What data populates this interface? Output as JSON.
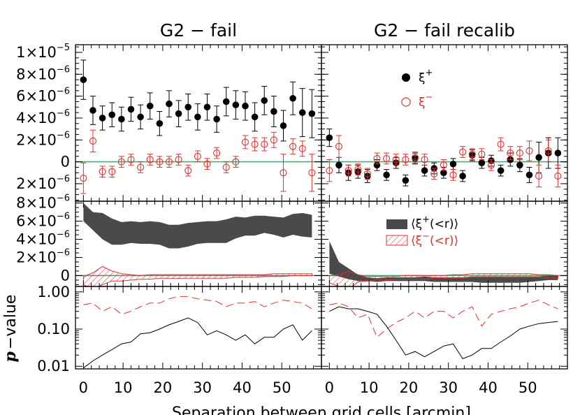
{
  "figure": {
    "column_titles": [
      "G2 − fail",
      "G2 − fail recalib"
    ],
    "x_axis_label": "Separation between grid cells [arcmin]",
    "p_axis_label_italic": "p",
    "p_axis_label_rest": "−value",
    "x_ticks": [
      "0",
      "10",
      "20",
      "30",
      "40",
      "50"
    ],
    "top_y_ticks": [
      {
        "value": 1e-05,
        "mant": "1×10",
        "exp": "−5"
      },
      {
        "value": 8e-06,
        "mant": "8×10",
        "exp": "−6"
      },
      {
        "value": 6e-06,
        "mant": "6×10",
        "exp": "−6"
      },
      {
        "value": 4e-06,
        "mant": "4×10",
        "exp": "−6"
      },
      {
        "value": 2e-06,
        "mant": "2×10",
        "exp": "−6"
      },
      {
        "value": 0,
        "mant": "0",
        "exp": ""
      },
      {
        "value": -2e-06,
        "mant": "2×10",
        "exp": "−6"
      }
    ],
    "mid_y_ticks": [
      {
        "value": 8e-06,
        "mant": "8×10",
        "exp": "−6"
      },
      {
        "value": 6e-06,
        "mant": "6×10",
        "exp": "−6"
      },
      {
        "value": 4e-06,
        "mant": "4×10",
        "exp": "−6"
      },
      {
        "value": 2e-06,
        "mant": "2×10",
        "exp": "−6"
      },
      {
        "value": 0,
        "mant": "0",
        "exp": ""
      }
    ],
    "bot_y_ticks": [
      {
        "value": 1.0,
        "label": "1.00"
      },
      {
        "value": 0.1,
        "label": "0.10"
      },
      {
        "value": 0.01,
        "label": "0.01"
      }
    ],
    "legend_top": [
      {
        "symbol": "filled-circle",
        "label_main": "ξ",
        "label_sup": "+",
        "color": "#000000"
      },
      {
        "symbol": "open-circle",
        "label_main": "ξ",
        "label_sup": "−",
        "color": "#e03030"
      }
    ],
    "legend_mid": [
      {
        "symbol": "filled-band",
        "pre": "⟨ξ",
        "sup": "+",
        "post": "(<r)⟩",
        "color": "#4a4a4a"
      },
      {
        "symbol": "hatched-band",
        "pre": "⟨ξ",
        "sup": "−",
        "post": "(<r)⟩",
        "color": "#e03030"
      }
    ]
  },
  "chart_data": [
    {
      "type": "scatter",
      "panel": "top-left",
      "title": "G2 − fail",
      "xlim": [
        -2,
        60
      ],
      "ylim": [
        -3.6e-06,
        1.07e-05
      ],
      "zero_line_color": "#3cb371",
      "x": [
        0,
        2.4,
        4.8,
        7.2,
        9.6,
        12,
        14.4,
        16.8,
        19.2,
        21.6,
        24,
        26.4,
        28.8,
        31.2,
        33.6,
        36,
        38.4,
        40.8,
        43.2,
        45.6,
        48,
        50.4,
        52.8,
        55.2,
        57.6
      ],
      "series": [
        {
          "name": "ξ+",
          "color": "#000000",
          "marker": "filled-circle",
          "y": [
            7.5e-06,
            4.7e-06,
            4e-06,
            4.3e-06,
            3.9e-06,
            4.8e-06,
            4.1e-06,
            5.1e-06,
            3.5e-06,
            5.3e-06,
            4.4e-06,
            5e-06,
            4.1e-06,
            5e-06,
            3.9e-06,
            5.5e-06,
            5.2e-06,
            5.1e-06,
            4.1e-06,
            5.6e-06,
            4.6e-06,
            3.3e-06,
            5.8e-06,
            4.5e-06,
            4.4e-06
          ],
          "err": [
            1.8e-06,
            1.3e-06,
            1.1e-06,
            1.1e-06,
            1.1e-06,
            1.1e-06,
            1.1e-06,
            1.2e-06,
            1.1e-06,
            1.2e-06,
            1.2e-06,
            1.2e-06,
            1.2e-06,
            1.2e-06,
            1.2e-06,
            1.3e-06,
            1.3e-06,
            1.3e-06,
            1.3e-06,
            1.3e-06,
            1.4e-06,
            1.4e-06,
            1.5e-06,
            2.2e-06,
            2.2e-06
          ]
        },
        {
          "name": "ξ−",
          "color": "#e03030",
          "marker": "open-circle",
          "y": [
            -1.5e-06,
            1.9e-06,
            -9e-07,
            -9e-07,
            0,
            2e-07,
            -5e-07,
            2e-07,
            0,
            0,
            2e-07,
            -8e-07,
            5e-07,
            -2e-07,
            8e-07,
            -5e-07,
            0,
            1.8e-06,
            1.6e-06,
            1.6e-06,
            2e-06,
            -1e-06,
            1.4e-06,
            1.2e-06,
            -1e-06
          ],
          "err": [
            1.4e-06,
            1e-06,
            5e-07,
            5e-07,
            5e-07,
            5e-07,
            5e-07,
            5e-07,
            5e-07,
            5e-07,
            5e-07,
            5e-07,
            5e-07,
            5e-07,
            5e-07,
            5e-07,
            5e-07,
            6e-07,
            6e-07,
            6e-07,
            7e-07,
            1.7e-06,
            7e-07,
            7e-07,
            1.7e-06
          ]
        }
      ]
    },
    {
      "type": "scatter",
      "panel": "top-right",
      "title": "G2 − fail recalib",
      "xlim": [
        -2,
        60
      ],
      "ylim": [
        -3.6e-06,
        1.07e-05
      ],
      "zero_line_color": "#3cb371",
      "x": [
        0,
        2.4,
        4.8,
        7.2,
        9.6,
        12,
        14.4,
        16.8,
        19.2,
        21.6,
        24,
        26.4,
        28.8,
        31.2,
        33.6,
        36,
        38.4,
        40.8,
        43.2,
        45.6,
        48,
        50.4,
        52.8,
        55.2,
        57.6
      ],
      "series": [
        {
          "name": "ξ+",
          "color": "#000000",
          "marker": "filled-circle",
          "y": [
            2.2e-06,
            -3e-07,
            -1e-06,
            -9e-07,
            -1.3e-06,
            -3e-07,
            -1.2e-06,
            -1e-07,
            -1.7e-06,
            3e-07,
            -8e-07,
            -6e-07,
            -1e-06,
            -2e-07,
            -1.3e-06,
            6e-07,
            -1e-07,
            1e-07,
            -8e-07,
            2e-07,
            -3e-07,
            -1.2e-06,
            4e-07,
            8e-07,
            8e-07
          ],
          "err": [
            8e-07,
            7e-07,
            7e-07,
            6e-07,
            6e-07,
            5e-07,
            5e-07,
            5e-07,
            5e-07,
            5e-07,
            5e-07,
            5e-07,
            5e-07,
            5e-07,
            5e-07,
            5e-07,
            5e-07,
            5e-07,
            5e-07,
            6e-07,
            6e-07,
            7e-07,
            1.4e-06,
            1.4e-06,
            1.4e-06
          ]
        },
        {
          "name": "ξ−",
          "color": "#e03030",
          "marker": "open-circle",
          "y": [
            -8e-07,
            1.4e-06,
            -8e-07,
            -7e-07,
            -1.1e-06,
            3e-07,
            3e-07,
            2e-07,
            2e-07,
            4e-07,
            2e-07,
            -1.1e-06,
            -3e-07,
            -1.2e-06,
            9e-07,
            7e-07,
            7e-07,
            -3e-07,
            1.6e-06,
            8e-07,
            8e-07,
            1e-06,
            -1.3e-06,
            1e-06,
            -1.3e-06
          ],
          "err": [
            1e-06,
            1e-06,
            5e-07,
            5e-07,
            5e-07,
            5e-07,
            5e-07,
            5e-07,
            5e-07,
            5e-07,
            5e-07,
            5e-07,
            5e-07,
            5e-07,
            5e-07,
            5e-07,
            5e-07,
            5e-07,
            6e-07,
            6e-07,
            6e-07,
            9e-07,
            1e-06,
            1e-06,
            1e-06
          ]
        }
      ]
    },
    {
      "type": "area",
      "panel": "middle-left",
      "xlim": [
        -2,
        60
      ],
      "ylim": [
        -1.2e-06,
        8.2e-06
      ],
      "zero_line_color": "#808080",
      "x": [
        0,
        2.4,
        4.8,
        7.2,
        9.6,
        12,
        14.4,
        16.8,
        19.2,
        21.6,
        24,
        26.4,
        28.8,
        31.2,
        33.6,
        36,
        38.4,
        40.8,
        43.2,
        45.6,
        48,
        50.4,
        52.8,
        55.2,
        57.6
      ],
      "series": [
        {
          "name": "⟨ξ+(<r)⟩",
          "color": "#4a4a4a",
          "style": "filled-band",
          "upper": [
            8e-06,
            7e-06,
            6.9e-06,
            6.3e-06,
            5.9e-06,
            6e-06,
            5.9e-06,
            6e-06,
            5.9e-06,
            5.6e-06,
            5.6e-06,
            5.8e-06,
            5.9e-06,
            6e-06,
            6e-06,
            6.2e-06,
            6.5e-06,
            6.4e-06,
            6.6e-06,
            6.6e-06,
            6.5e-06,
            6.4e-06,
            6.8e-06,
            6.9e-06,
            6.7e-06
          ],
          "lower": [
            6e-06,
            5e-06,
            4e-06,
            3.4e-06,
            3.4e-06,
            3.6e-06,
            3.5e-06,
            3.5e-06,
            3.4e-06,
            3e-06,
            3e-06,
            3.2e-06,
            3.5e-06,
            3.6e-06,
            3.6e-06,
            3.6e-06,
            4.1e-06,
            4.4e-06,
            4.4e-06,
            4.7e-06,
            4.5e-06,
            4.2e-06,
            4.5e-06,
            4.3e-06,
            4.2e-06
          ]
        },
        {
          "name": "⟨ξ−(<r)⟩",
          "color": "#e03030",
          "style": "hatched-band",
          "upper": [
            -1e-07,
            3e-07,
            1e-06,
            5e-07,
            2e-07,
            1e-07,
            0,
            1e-07,
            1e-07,
            1e-07,
            1e-07,
            1e-07,
            1e-07,
            1e-07,
            1e-07,
            1e-07,
            1e-07,
            1e-07,
            1e-07,
            1e-07,
            2e-07,
            2e-07,
            2e-07,
            2e-07,
            2e-07
          ],
          "lower": [
            -1e-06,
            -1.5e-06,
            -1e-06,
            -6e-07,
            -6e-07,
            -5e-07,
            -4e-07,
            -4e-07,
            -3e-07,
            -3e-07,
            -3e-07,
            -3e-07,
            -3e-07,
            -3e-07,
            -3e-07,
            -3e-07,
            -2e-07,
            -2e-07,
            -2e-07,
            -1e-07,
            -1e-07,
            -1e-07,
            0,
            0,
            0
          ]
        }
      ]
    },
    {
      "type": "area",
      "panel": "middle-right",
      "xlim": [
        -2,
        60
      ],
      "ylim": [
        -1.2e-06,
        8.2e-06
      ],
      "zero_line_color": "#3cb371",
      "x": [
        0,
        2.4,
        4.8,
        7.2,
        9.6,
        12,
        14.4,
        16.8,
        19.2,
        21.6,
        24,
        26.4,
        28.8,
        31.2,
        33.6,
        36,
        38.4,
        40.8,
        43.2,
        45.6,
        48,
        50.4,
        52.8,
        55.2,
        57.6
      ],
      "series": [
        {
          "name": "⟨ξ+(<r)⟩",
          "color": "#4a4a4a",
          "style": "filled-band",
          "upper": [
            3.8e-06,
            1.5e-06,
            8e-07,
            1e-07,
            -2e-07,
            -3e-07,
            -2e-07,
            -2e-07,
            -2e-07,
            -2e-07,
            -1e-07,
            -2e-07,
            -2e-07,
            -2e-07,
            -2e-07,
            -1e-07,
            -1e-07,
            -1e-07,
            -1e-07,
            -1e-07,
            -1e-07,
            -1e-07,
            -1e-07,
            0,
            0
          ],
          "lower": [
            2e-07,
            -1e-07,
            -4e-07,
            -6e-07,
            -6e-07,
            -7e-07,
            -6e-07,
            -6e-07,
            -6e-07,
            -6e-07,
            -6e-07,
            -7e-07,
            -7e-07,
            -7e-07,
            -7e-07,
            -7e-07,
            -8e-07,
            -8e-07,
            -8e-07,
            -8e-07,
            -8e-07,
            -7e-07,
            -6e-07,
            -5e-07,
            -5e-07
          ]
        },
        {
          "name": "⟨ξ−(<r)⟩",
          "color": "#e03030",
          "style": "hatched-band",
          "upper": [
            0,
            1e-07,
            5e-07,
            1e-07,
            -1e-07,
            -1e-07,
            -1e-07,
            -1e-07,
            0,
            0,
            0,
            0,
            0,
            1e-07,
            1e-07,
            2e-07,
            2e-07,
            2e-07,
            2e-07,
            2e-07,
            2e-07,
            2e-07,
            1e-07,
            1e-07,
            0
          ],
          "lower": [
            -8e-07,
            -1.2e-06,
            -1.5e-06,
            -7e-07,
            -6e-07,
            -5e-07,
            -5e-07,
            -4e-07,
            -4e-07,
            -4e-07,
            -4e-07,
            -3e-07,
            -3e-07,
            -3e-07,
            -3e-07,
            -2e-07,
            -2e-07,
            -2e-07,
            -2e-07,
            -2e-07,
            -2e-07,
            -2e-07,
            -2e-07,
            -3e-07,
            -3e-07
          ]
        }
      ]
    },
    {
      "type": "line",
      "panel": "bottom-left",
      "ylabel": "p −value",
      "xlabel": "Separation between grid cells [arcmin]",
      "xlim": [
        -2,
        60
      ],
      "ylim": [
        0.0085,
        1.4
      ],
      "yscale": "log",
      "x": [
        0,
        2.4,
        4.8,
        7.2,
        9.6,
        12,
        14.4,
        16.8,
        19.2,
        21.6,
        24,
        26.4,
        28.8,
        31.2,
        33.6,
        36,
        38.4,
        40.8,
        43.2,
        45.6,
        48,
        50.4,
        52.8,
        55.2,
        57.6
      ],
      "series": [
        {
          "color": "#e03030",
          "style": "dashed",
          "y": [
            0.45,
            0.5,
            0.3,
            0.4,
            0.25,
            0.3,
            0.4,
            0.5,
            0.5,
            0.65,
            0.75,
            0.75,
            0.65,
            0.6,
            0.55,
            0.4,
            0.5,
            0.5,
            0.55,
            0.4,
            0.5,
            0.6,
            0.55,
            0.5,
            0.35
          ]
        },
        {
          "color": "#000000",
          "style": "solid",
          "y": [
            0.009,
            0.014,
            0.02,
            0.028,
            0.04,
            0.045,
            0.075,
            0.08,
            0.1,
            0.13,
            0.16,
            0.2,
            0.15,
            0.07,
            0.09,
            0.07,
            0.05,
            0.07,
            0.04,
            0.06,
            0.06,
            0.1,
            0.13,
            0.05,
            0.09
          ]
        }
      ]
    },
    {
      "type": "line",
      "panel": "bottom-right",
      "xlabel": "Separation between grid cells [arcmin]",
      "xlim": [
        -2,
        60
      ],
      "ylim": [
        0.0085,
        1.4
      ],
      "yscale": "log",
      "x": [
        0,
        2.4,
        4.8,
        7.2,
        9.6,
        12,
        14.4,
        16.8,
        19.2,
        21.6,
        24,
        26.4,
        28.8,
        31.2,
        33.6,
        36,
        38.4,
        40.8,
        43.2,
        45.6,
        48,
        50.4,
        52.8,
        55.2,
        57.6
      ],
      "series": [
        {
          "color": "#e03030",
          "style": "dashed",
          "y": [
            0.45,
            0.5,
            0.4,
            0.2,
            0.25,
            0.06,
            0.1,
            0.15,
            0.2,
            0.3,
            0.2,
            0.3,
            0.3,
            0.2,
            0.3,
            0.4,
            0.12,
            0.25,
            0.3,
            0.35,
            0.4,
            0.5,
            0.6,
            0.45,
            0.35
          ]
        },
        {
          "color": "#000000",
          "style": "solid",
          "y": [
            0.3,
            0.4,
            0.35,
            0.35,
            0.3,
            0.25,
            0.12,
            0.05,
            0.02,
            0.025,
            0.018,
            0.025,
            0.035,
            0.04,
            0.016,
            0.02,
            0.03,
            0.03,
            0.045,
            0.065,
            0.1,
            0.12,
            0.14,
            0.15,
            0.16
          ]
        }
      ]
    }
  ]
}
